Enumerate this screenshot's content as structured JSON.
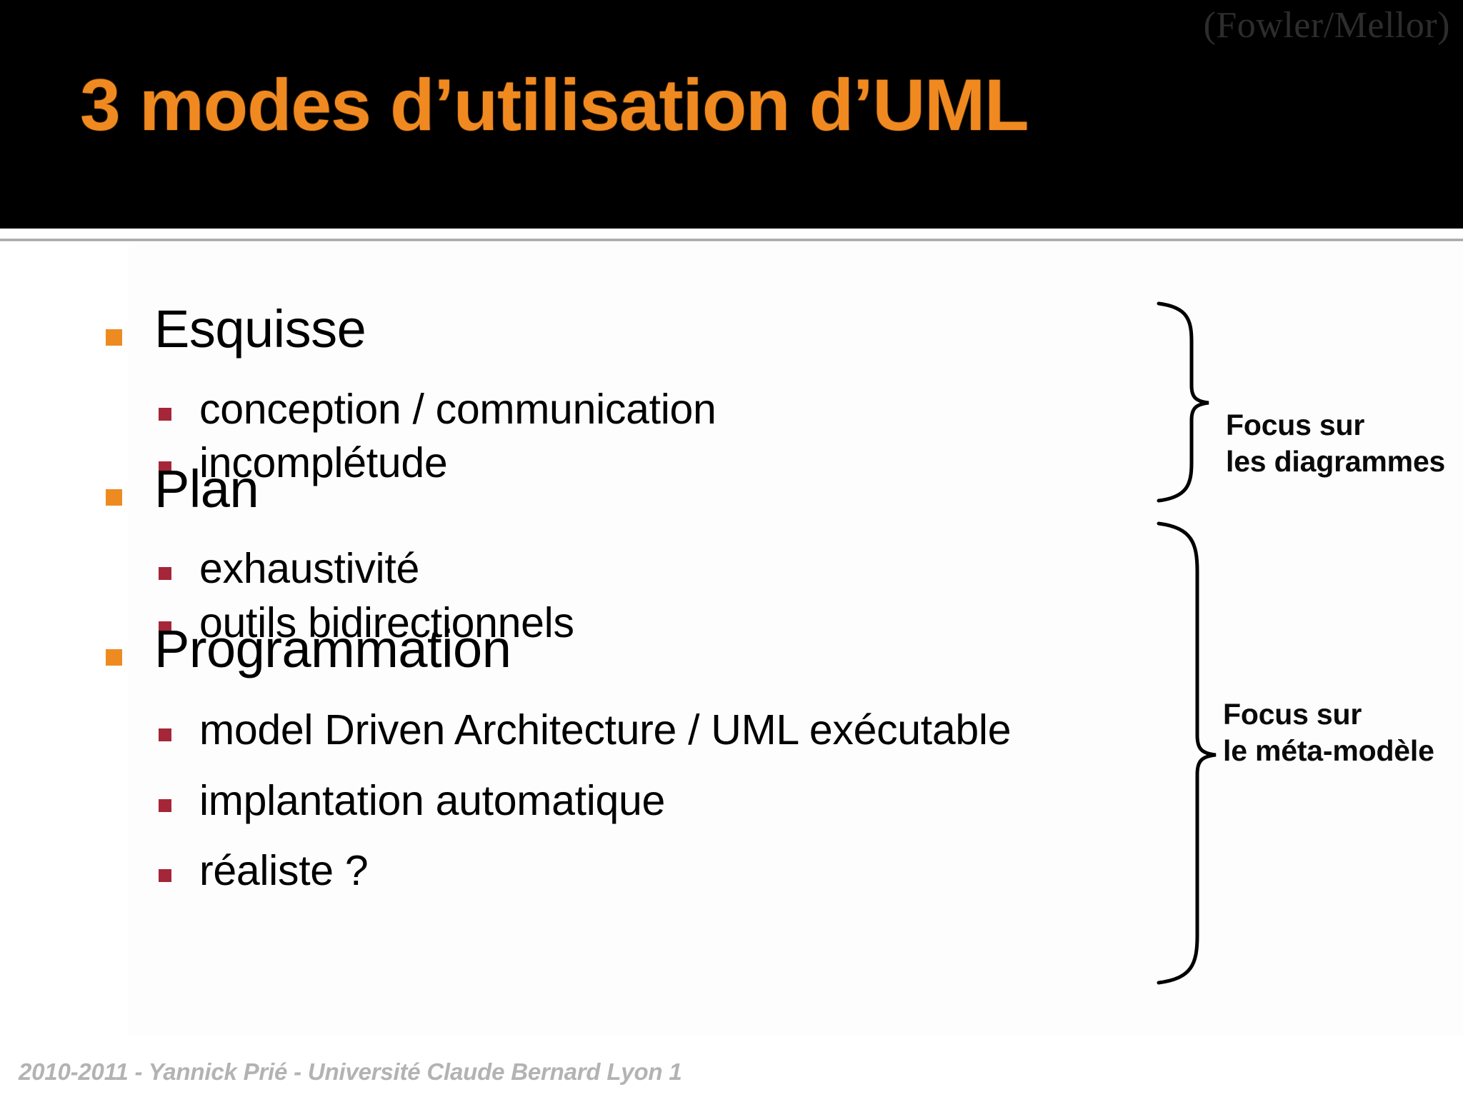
{
  "header": {
    "attribution": "(Fowler/Mellor)",
    "title": "3 modes d’utilisation d’UML",
    "background_color": "#000000",
    "title_color": "#f08a20",
    "attribution_color": "#2d2d2d"
  },
  "content": {
    "level1_marker_color": "#ed8b20",
    "level2_marker_color": "#a52638",
    "items": [
      {
        "label": "Esquisse",
        "children": [
          {
            "label": "conception / communication"
          },
          {
            "label": "incomplétude"
          }
        ]
      },
      {
        "label": "Plan",
        "children": [
          {
            "label": "exhaustivité"
          },
          {
            "label": "outils bidirectionnels"
          }
        ]
      },
      {
        "label": "Programmation",
        "children": [
          {
            "label": "model Driven Architecture / UML exécutable"
          },
          {
            "label": "implantation automatique"
          },
          {
            "label": "réaliste ?"
          }
        ]
      }
    ]
  },
  "annotations": {
    "brace_color": "#000000",
    "groups": [
      {
        "label_line1": "Focus sur",
        "label_line2": "les diagrammes"
      },
      {
        "label_line1": "Focus sur",
        "label_line2": "le méta-modèle"
      }
    ]
  },
  "footer": {
    "text": "2010-2011 - Yannick Prié - Université Claude Bernard Lyon 1",
    "color": "#b3b3b3"
  }
}
